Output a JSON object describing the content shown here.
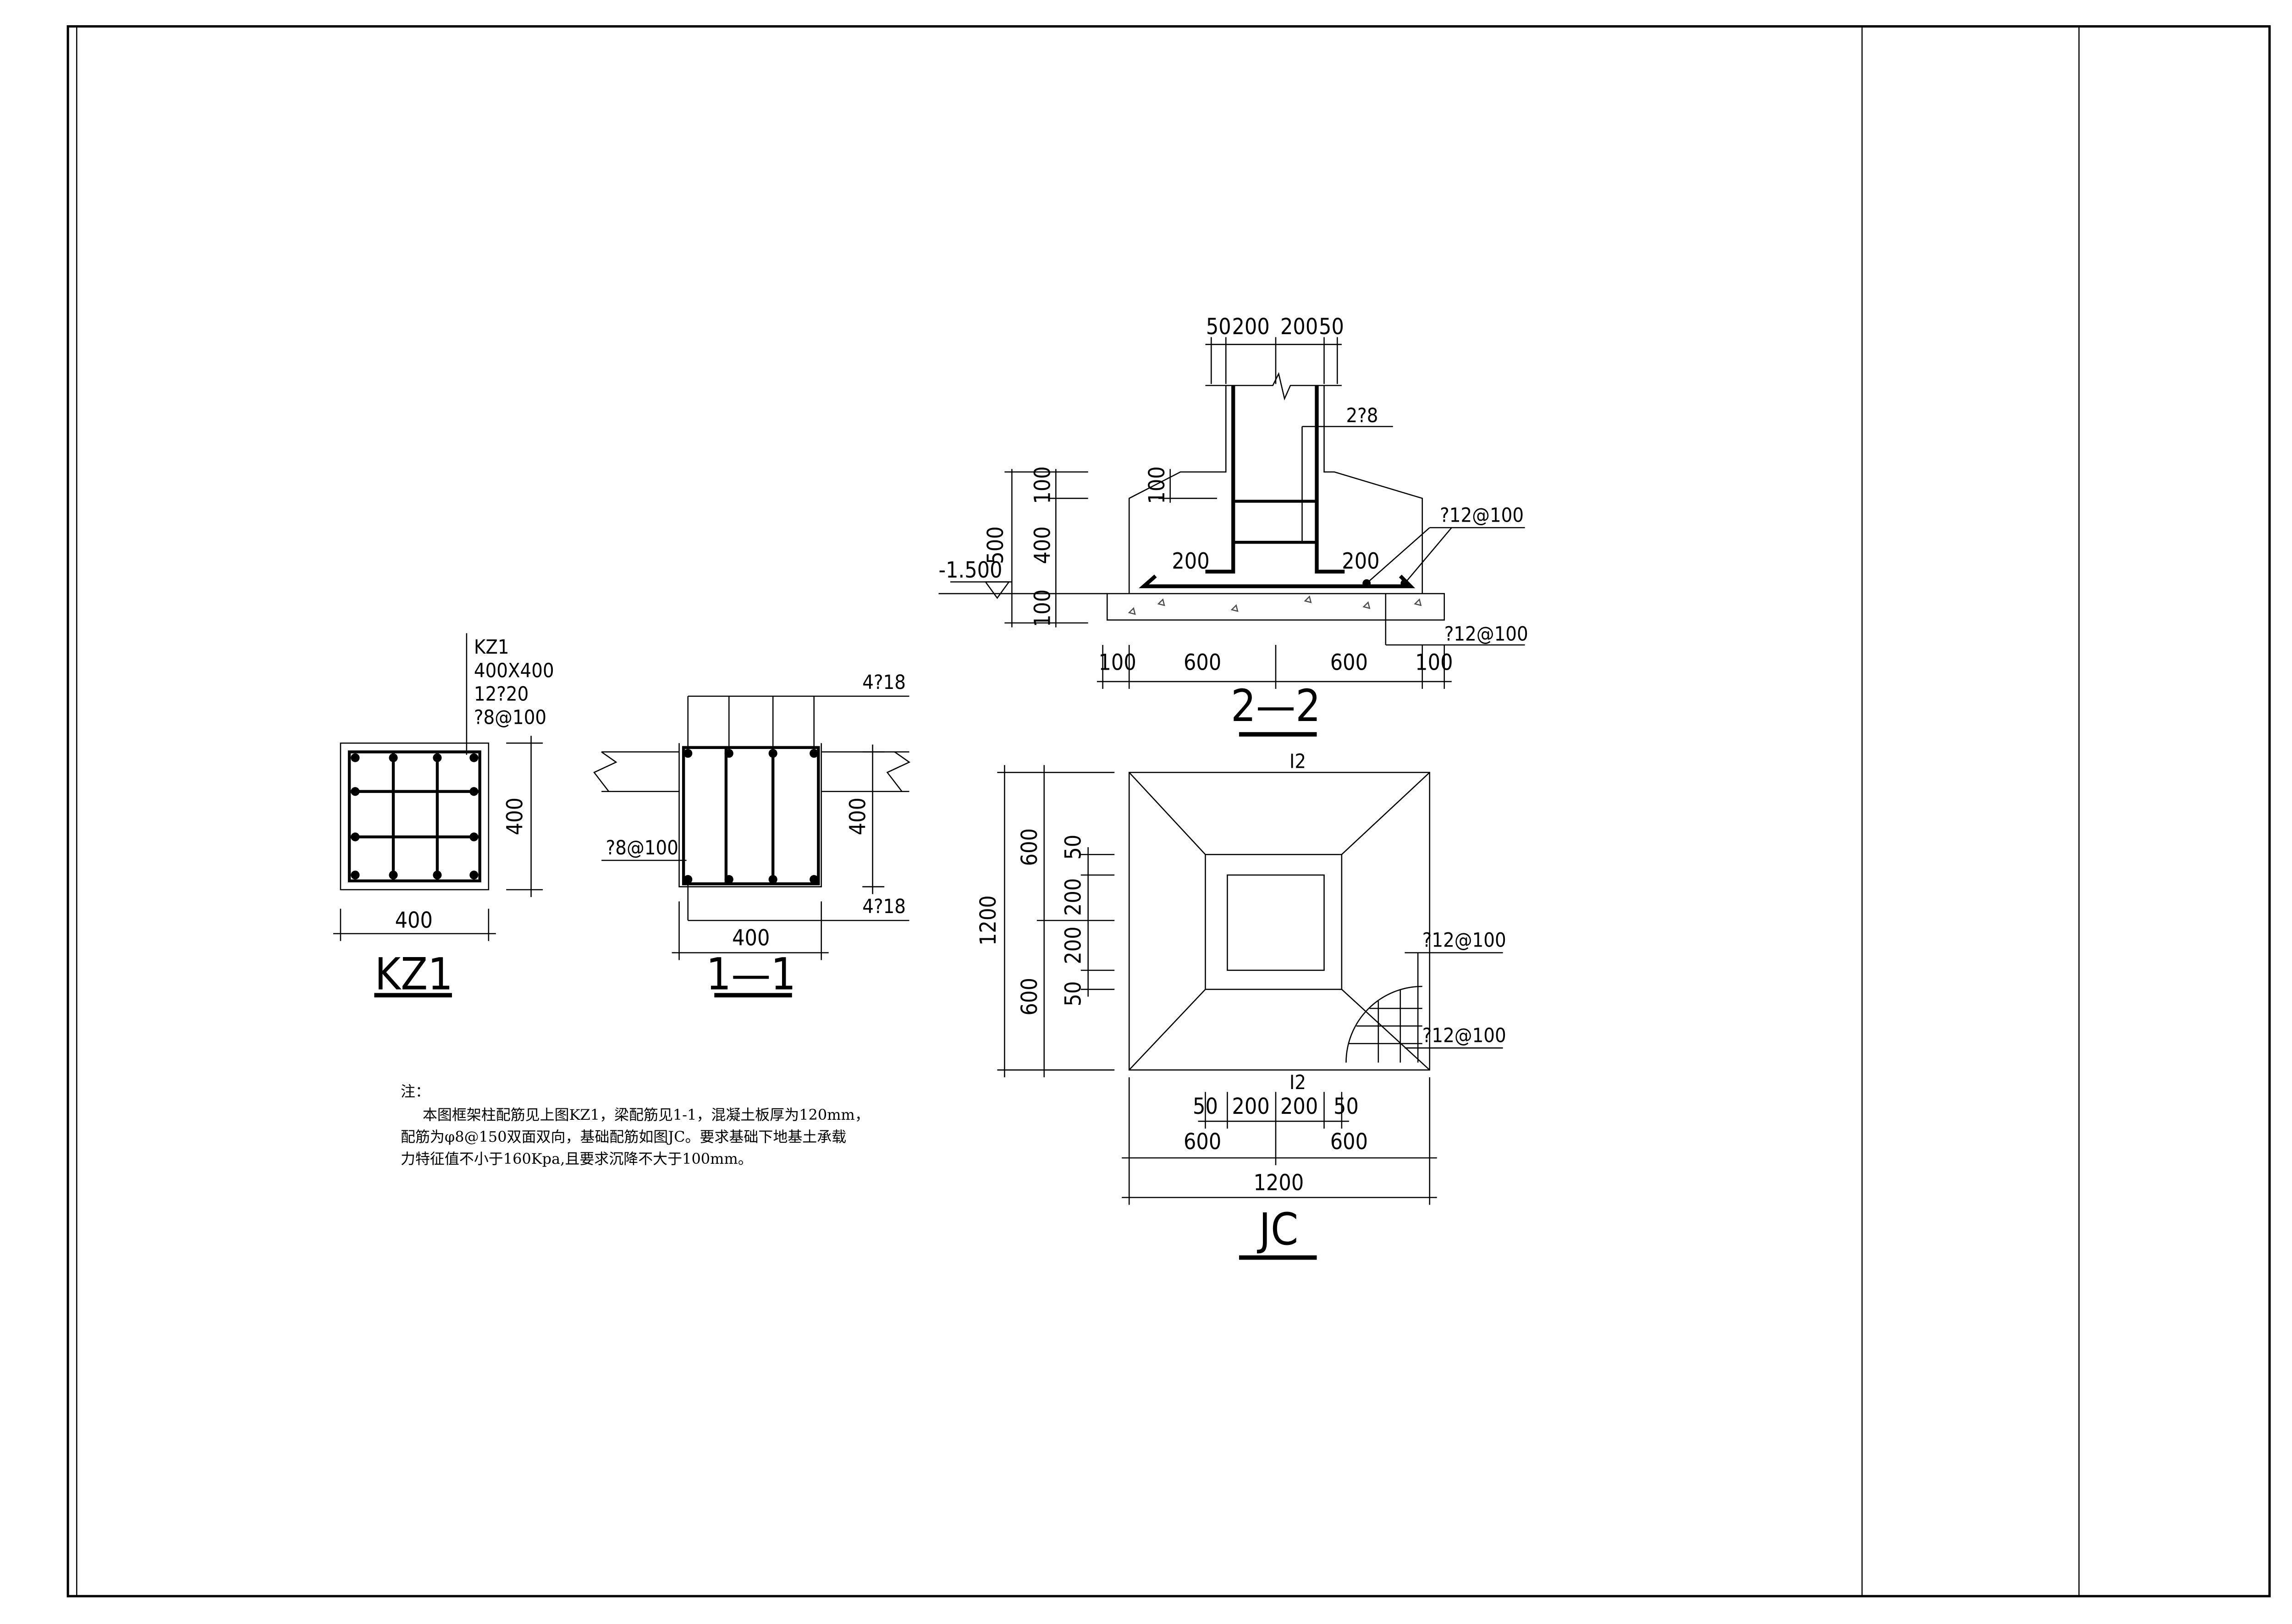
{
  "kz1": {
    "label_name": "KZ1",
    "label_size": "400X400",
    "label_main_bars": "12?20",
    "label_stirrups": "?8@100",
    "dim_right": "400",
    "dim_bottom": "400",
    "title": "KZ1"
  },
  "section_1_1": {
    "top_bars": "4?18",
    "bottom_bars": "4?18",
    "stirrups": "?8@100",
    "dim_right": "400",
    "dim_bottom": "400",
    "title": "1—1"
  },
  "section_2_2": {
    "top_dims": [
      "50",
      "200",
      "200",
      "50"
    ],
    "stirrup_label": "2?8",
    "hook_left": "200",
    "hook_right": "200",
    "rebar_top": "?12@100",
    "rebar_bottom": "?12@100",
    "elevation": "-1.500",
    "left_dim_total": "500",
    "left_dims": [
      "100",
      "400",
      "100"
    ],
    "slope_dim": "100",
    "bottom_dims": [
      "100",
      "600",
      "600",
      "100"
    ],
    "title": "2—2"
  },
  "jc": {
    "section_mark_top": "I2",
    "section_mark_bottom": "I2",
    "rebar_1": "?12@100",
    "rebar_2": "?12@100",
    "left_dim_total": "1200",
    "left_dims_mid": [
      "600",
      "600"
    ],
    "left_dims_inner": [
      "50",
      "200",
      "200",
      "50"
    ],
    "bottom_dims_inner": [
      "50",
      "200",
      "200",
      "50"
    ],
    "bottom_dims_mid": [
      "600",
      "600"
    ],
    "bottom_dim_total": "1200",
    "title": "JC"
  },
  "notes": {
    "heading": "注：",
    "lines": [
      "本图框架柱配筋见上图KZ1，梁配筋见1-1，混凝土板厚为120mm，",
      "配筋为φ8@150双面双向，基础配筋如图JC。要求基础下地基土承载",
      "力特征值不小于160Kpa,且要求沉降不大于100mm。"
    ]
  }
}
